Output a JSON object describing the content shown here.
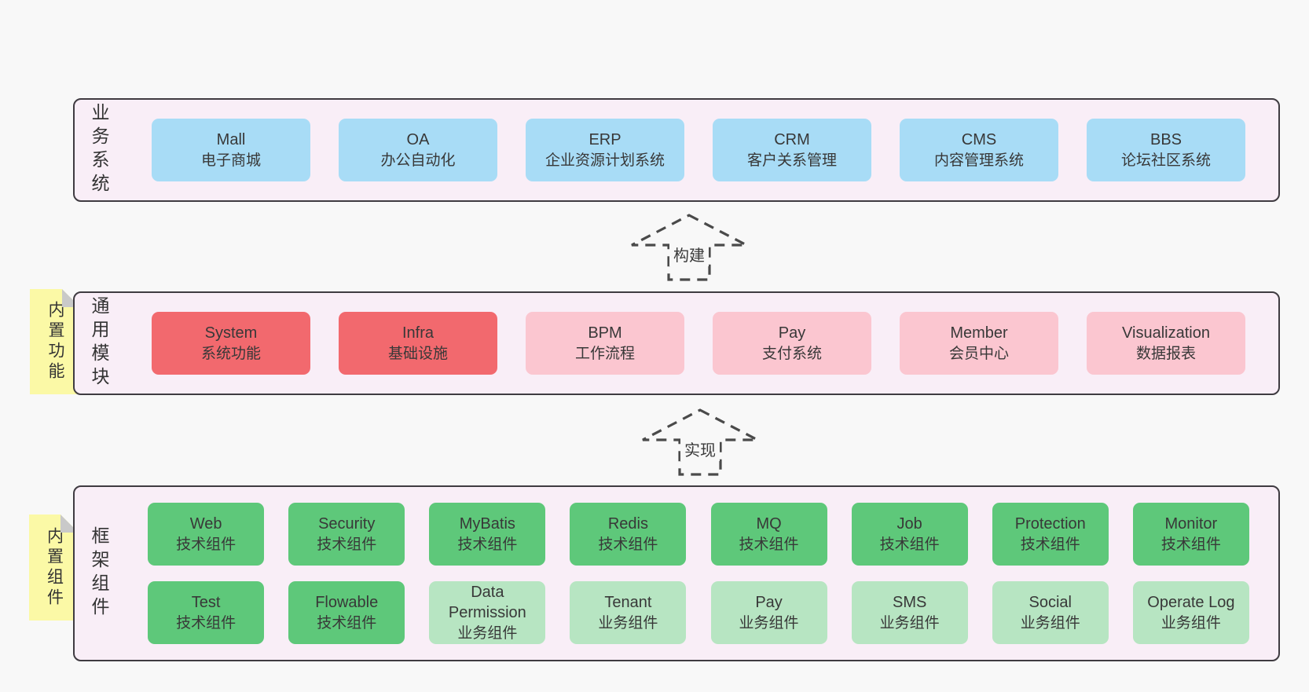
{
  "palette": {
    "pageBg": "#f8f8f8",
    "bandBg": "#f9eef7",
    "bandBorder": "#3f3b41",
    "blue": "#a8dcf6",
    "red": "#f2696e",
    "pink": "#fbc6d0",
    "green": "#5ec87a",
    "lightGreen": "#b7e5c2",
    "stickyYellow": "#fbf9a6",
    "foldGray": "#c9c9c9",
    "arrowStroke": "#4a4a4a"
  },
  "arrows": [
    {
      "label": "构建"
    },
    {
      "label": "实现"
    }
  ],
  "stickies": [
    {
      "label": "内置功能"
    },
    {
      "label": "内置组件"
    }
  ],
  "bands": [
    {
      "label": "业务系统",
      "rows": [
        [
          {
            "name": "Mall",
            "desc": "电子商城"
          },
          {
            "name": "OA",
            "desc": "办公自动化"
          },
          {
            "name": "ERP",
            "desc": "企业资源计划系统"
          },
          {
            "name": "CRM",
            "desc": "客户关系管理"
          },
          {
            "name": "CMS",
            "desc": "内容管理系统"
          },
          {
            "name": "BBS",
            "desc": "论坛社区系统"
          }
        ]
      ]
    },
    {
      "label": "通用模块",
      "rows": [
        [
          {
            "name": "System",
            "desc": "系统功能"
          },
          {
            "name": "Infra",
            "desc": "基础设施"
          },
          {
            "name": "BPM",
            "desc": "工作流程"
          },
          {
            "name": "Pay",
            "desc": "支付系统"
          },
          {
            "name": "Member",
            "desc": "会员中心"
          },
          {
            "name": "Visualization",
            "desc": "数据报表"
          }
        ]
      ]
    },
    {
      "label": "框架组件",
      "rows": [
        [
          {
            "name": "Web",
            "desc": "技术组件"
          },
          {
            "name": "Security",
            "desc": "技术组件"
          },
          {
            "name": "MyBatis",
            "desc": "技术组件"
          },
          {
            "name": "Redis",
            "desc": "技术组件"
          },
          {
            "name": "MQ",
            "desc": "技术组件"
          },
          {
            "name": "Job",
            "desc": "技术组件"
          },
          {
            "name": "Protection",
            "desc": "技术组件"
          },
          {
            "name": "Monitor",
            "desc": "技术组件"
          }
        ],
        [
          {
            "name": "Test",
            "desc": "技术组件"
          },
          {
            "name": "Flowable",
            "desc": "技术组件"
          },
          {
            "name": "Data Permission",
            "desc": "业务组件"
          },
          {
            "name": "Tenant",
            "desc": "业务组件"
          },
          {
            "name": "Pay",
            "desc": "业务组件"
          },
          {
            "name": "SMS",
            "desc": "业务组件"
          },
          {
            "name": "Social",
            "desc": "业务组件"
          },
          {
            "name": "Operate Log",
            "desc": "业务组件"
          }
        ]
      ]
    }
  ]
}
